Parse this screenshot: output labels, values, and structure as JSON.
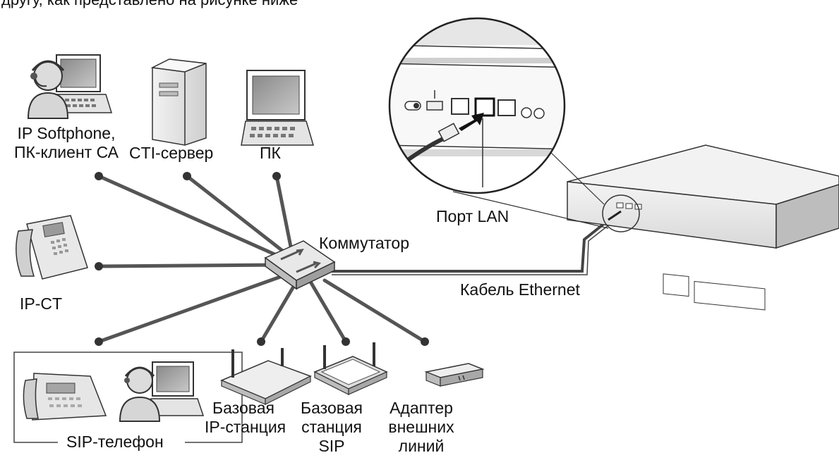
{
  "intro_text": "другу, как представлено на рисунке ниже",
  "labels": {
    "softphone_line1": "IP Softphone,",
    "softphone_line2": "ПК-клиент СА",
    "cti_server": "CTI-сервер",
    "pc": "ПК",
    "ip_ct": "IP-CT",
    "sip_phone": "SIP-телефон",
    "base_ip_line1": "Базовая",
    "base_ip_line2": "IP-станция",
    "base_sip_line1": "Базовая",
    "base_sip_line2": "станция",
    "base_sip_line3": "SIP",
    "adapter_line1": "Адаптер",
    "adapter_line2": "внешних",
    "adapter_line3": "линий",
    "switch": "Коммутатор",
    "ethernet_cable": "Кабель Ethernet",
    "lan_port": "Порт LAN"
  }
}
